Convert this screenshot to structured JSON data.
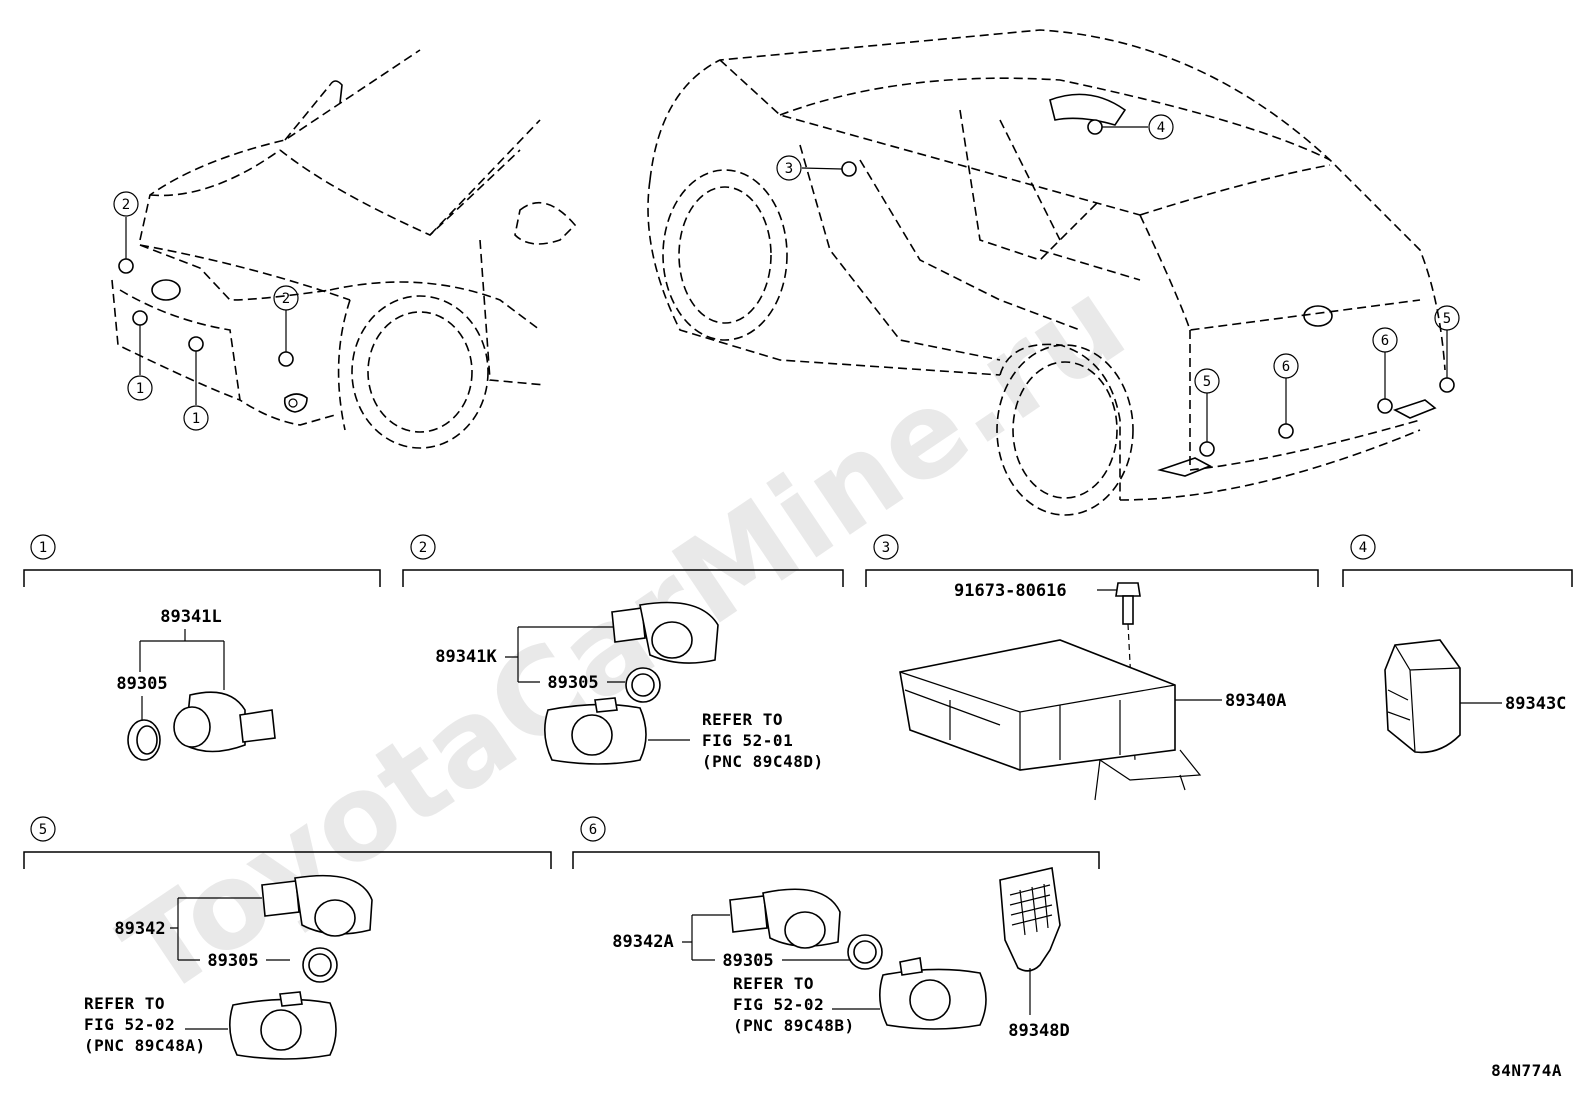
{
  "watermark": "ToyotaCarMine.ru",
  "diagram_code": "84N774A",
  "location_callouts": [
    {
      "id": "front-1a",
      "label": "1"
    },
    {
      "id": "front-1b",
      "label": "1"
    },
    {
      "id": "front-2a",
      "label": "2"
    },
    {
      "id": "front-2b",
      "label": "2"
    },
    {
      "id": "rear-3",
      "label": "3"
    },
    {
      "id": "rear-4",
      "label": "4"
    },
    {
      "id": "rear-5a",
      "label": "5"
    },
    {
      "id": "rear-5b",
      "label": "5"
    },
    {
      "id": "rear-6a",
      "label": "6"
    },
    {
      "id": "rear-6b",
      "label": "6"
    }
  ],
  "sections": [
    {
      "label": "1",
      "parts": [
        "89341L",
        "89305"
      ]
    },
    {
      "label": "2",
      "parts": [
        "89341K",
        "89305"
      ],
      "refer": [
        "REFER TO",
        "FIG 52-01",
        "(PNC 89C48D)"
      ]
    },
    {
      "label": "3",
      "parts": [
        "91673-80616",
        "89340A"
      ]
    },
    {
      "label": "4",
      "parts": [
        "89343C"
      ]
    },
    {
      "label": "5",
      "parts": [
        "89342",
        "89305"
      ],
      "refer": [
        "REFER TO",
        "FIG 52-02",
        "(PNC 89C48A)"
      ]
    },
    {
      "label": "6",
      "parts": [
        "89342A",
        "89305",
        "89348D"
      ],
      "refer": [
        "REFER TO",
        "FIG 52-02",
        "(PNC 89C48B)"
      ]
    }
  ]
}
